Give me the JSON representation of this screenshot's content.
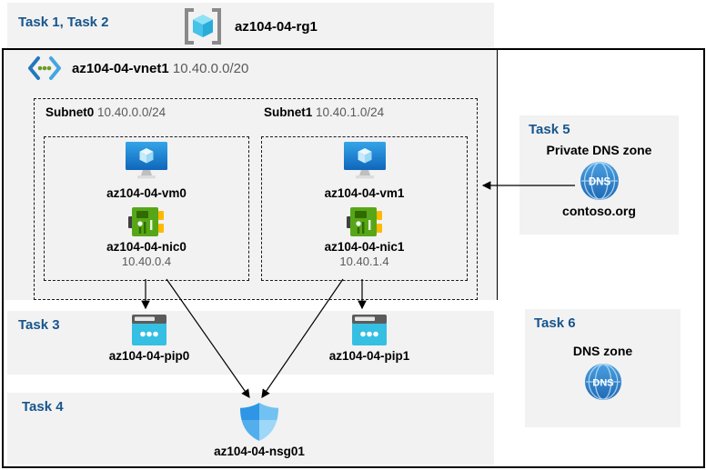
{
  "header": {
    "tasks_label": "Task 1, Task 2",
    "resource_group": "az104-04-rg1"
  },
  "vnet": {
    "name": "az104-04-vnet1",
    "cidr": "10.40.0.0/20"
  },
  "subnets": [
    {
      "name": "Subnet0",
      "cidr": "10.40.0.0/24",
      "vm": "az104-04-vm0",
      "nic": "az104-04-nic0",
      "ip": "10.40.0.4"
    },
    {
      "name": "Subnet1",
      "cidr": "10.40.1.0/24",
      "vm": "az104-04-vm1",
      "nic": "az104-04-nic1",
      "ip": "10.40.1.4"
    }
  ],
  "task3": {
    "label": "Task 3",
    "pip0": "az104-04-pip0",
    "pip1": "az104-04-pip1"
  },
  "task4": {
    "label": "Task 4",
    "nsg": "az104-04-nsg01"
  },
  "task5": {
    "label": "Task 5",
    "title": "Private DNS zone",
    "zone_name": "contoso.org",
    "dns_badge": "DNS"
  },
  "task6": {
    "label": "Task 6",
    "title": "DNS zone",
    "dns_badge": "DNS"
  },
  "colors": {
    "accent_blue": "#17558D",
    "panel_gray": "#F2F2F2",
    "muted_text": "#595959"
  }
}
